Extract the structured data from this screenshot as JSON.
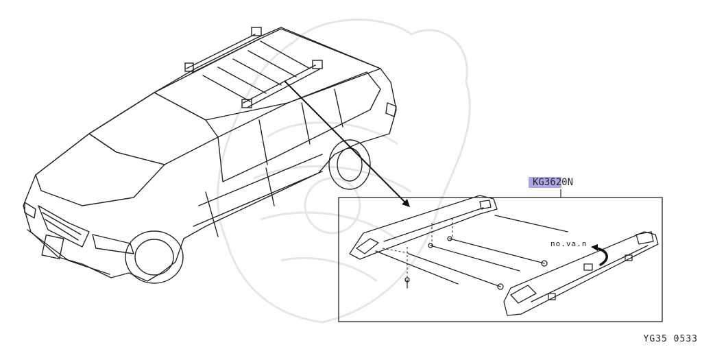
{
  "diagram": {
    "part_number_highlighted": "KG362",
    "part_number_rest": "0N",
    "note_label": "no.va.n",
    "diagram_code": "YG35 0533"
  },
  "colors": {
    "line": "#222222",
    "highlight": "#a9a7e6",
    "background": "#ffffff"
  },
  "icons": [
    "vehicle-illustration",
    "roof-rack-exploded-view",
    "pointer-arrow",
    "rotate-arrow-icon",
    "watermark"
  ]
}
